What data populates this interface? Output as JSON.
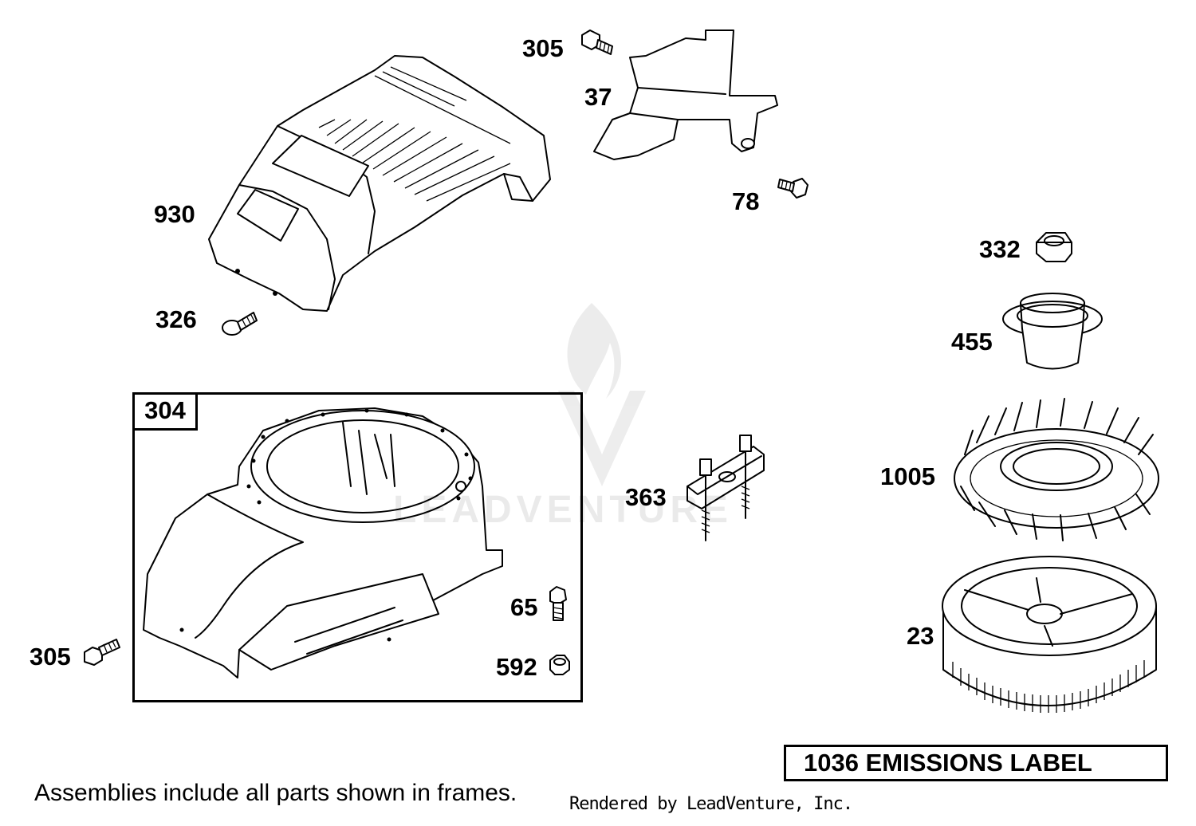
{
  "diagram": {
    "parts": [
      {
        "id": "part-305-top",
        "label": "305"
      },
      {
        "id": "part-37",
        "label": "37"
      },
      {
        "id": "part-78",
        "label": "78"
      },
      {
        "id": "part-930",
        "label": "930"
      },
      {
        "id": "part-326",
        "label": "326"
      },
      {
        "id": "part-332",
        "label": "332"
      },
      {
        "id": "part-455",
        "label": "455"
      },
      {
        "id": "part-1005",
        "label": "1005"
      },
      {
        "id": "part-363",
        "label": "363"
      },
      {
        "id": "part-65",
        "label": "65"
      },
      {
        "id": "part-592",
        "label": "592"
      },
      {
        "id": "part-305-bottom",
        "label": "305"
      },
      {
        "id": "part-23",
        "label": "23"
      }
    ],
    "assembly_frame_label": "304",
    "emissions_label": "1036 EMISSIONS LABEL",
    "footnote": "Assemblies include all parts shown in frames.",
    "rendered_by": "Rendered by LeadVenture, Inc.",
    "watermark": "LEADVENTURE"
  }
}
